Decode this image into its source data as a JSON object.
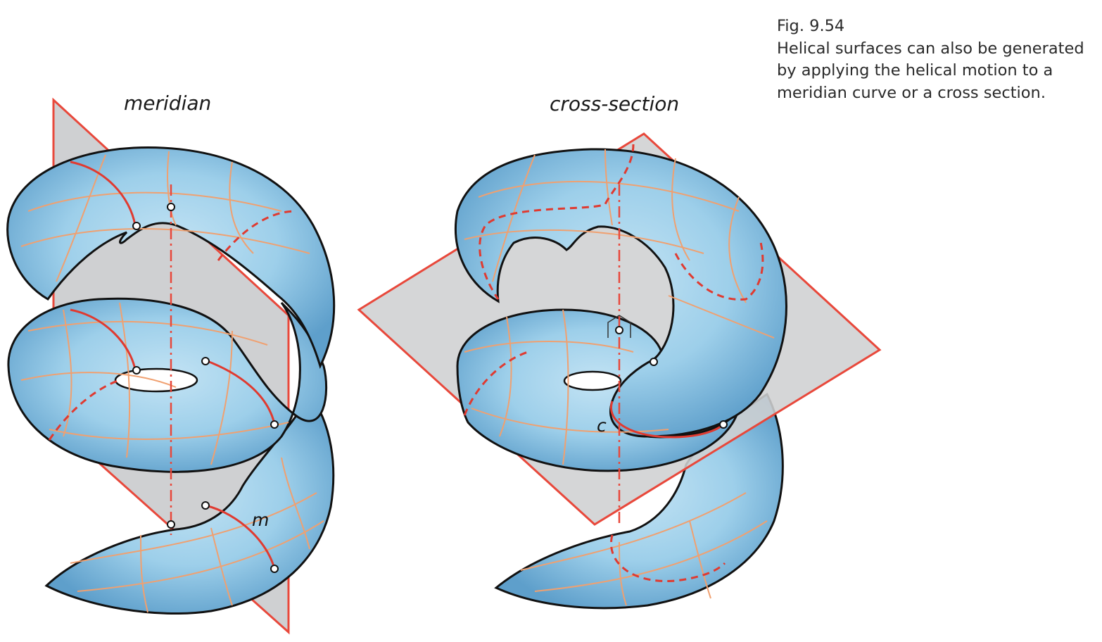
{
  "figure": {
    "number": "Fig. 9.54",
    "caption_lines": [
      "Helical surfaces can also be generated",
      "by applying the helical motion to a",
      "meridian curve or a cross section."
    ]
  },
  "panels": [
    {
      "id": "left",
      "title": "meridian",
      "curve_symbol": "m"
    },
    {
      "id": "right",
      "title": "cross-section",
      "curve_symbol": "c"
    }
  ],
  "colors": {
    "surface": "#9dcfea",
    "surface_shade": "#6aaed8",
    "plane_fill": "#cfd0d2",
    "plane_edge": "#e8483b",
    "grid": "#f0a070",
    "outline": "#111111"
  }
}
